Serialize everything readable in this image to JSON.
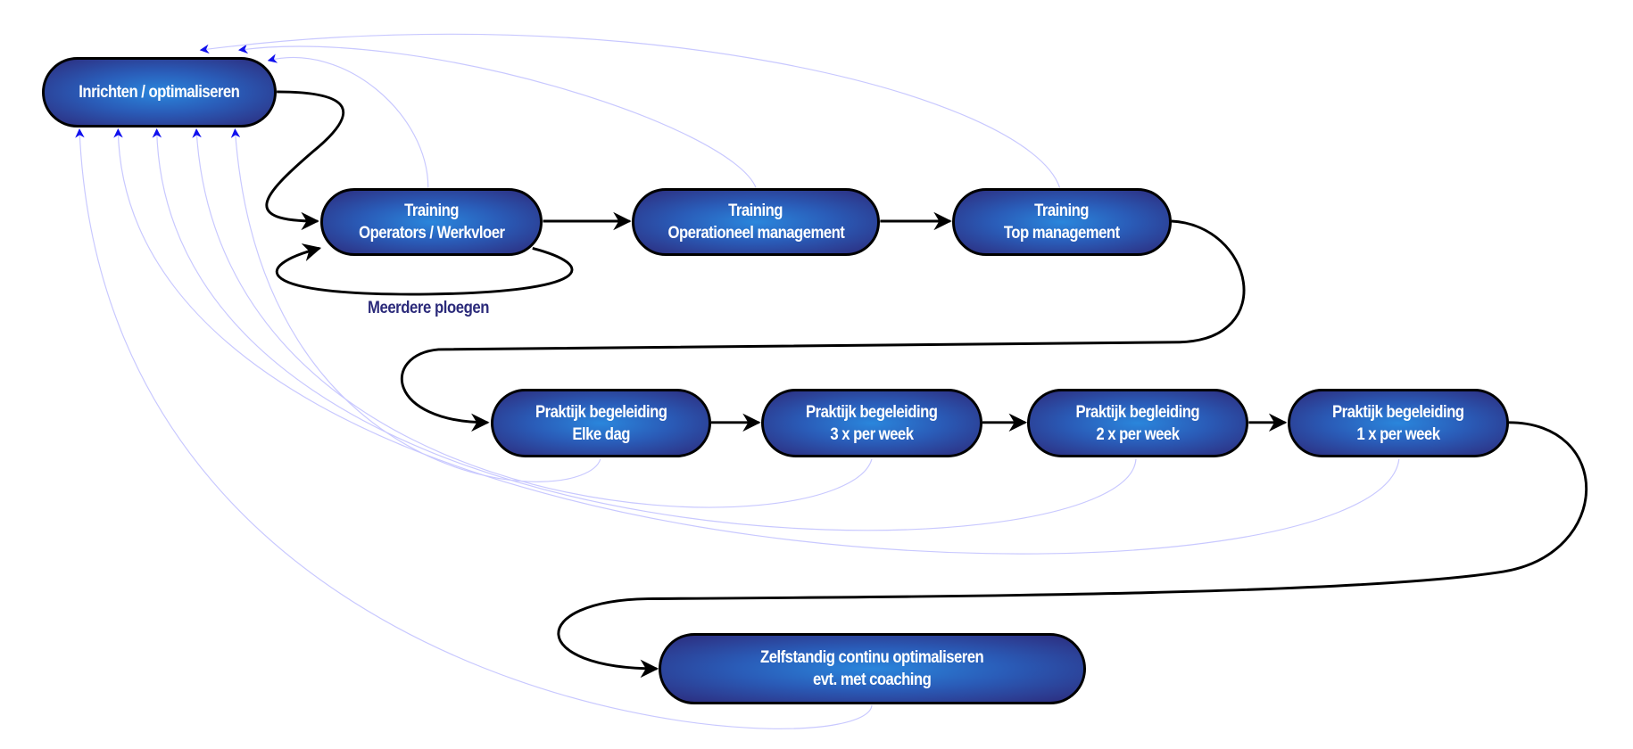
{
  "colors": {
    "node_center": "#2a86dc",
    "node_edge": "#2d2b7c",
    "flow_line": "#000000",
    "feedback_line": "#c8c8ff",
    "feedback_arrow": "#1010ee",
    "label": "#2b2a7a"
  },
  "nodes": {
    "inrichten": {
      "line1": "Inrichten / optimaliseren"
    },
    "training_operators": {
      "line1": "Training",
      "line2": "Operators / Werkvloer"
    },
    "training_operationeel": {
      "line1": "Training",
      "line2": "Operationeel management"
    },
    "training_top": {
      "line1": "Training",
      "line2": "Top management"
    },
    "praktijk_elke_dag": {
      "line1": "Praktijk begeleiding",
      "line2": "Elke dag"
    },
    "praktijk_3x": {
      "line1": "Praktijk begeleiding",
      "line2": "3 x per week"
    },
    "praktijk_2x": {
      "line1": "Praktijk begleiding",
      "line2": "2 x per week"
    },
    "praktijk_1x": {
      "line1": "Praktijk begeleiding",
      "line2": "1 x per week"
    },
    "zelfstandig": {
      "line1": "Zelfstandig continu optimaliseren",
      "line2": "evt. met coaching"
    }
  },
  "loop_label": "Meerdere ploegen"
}
